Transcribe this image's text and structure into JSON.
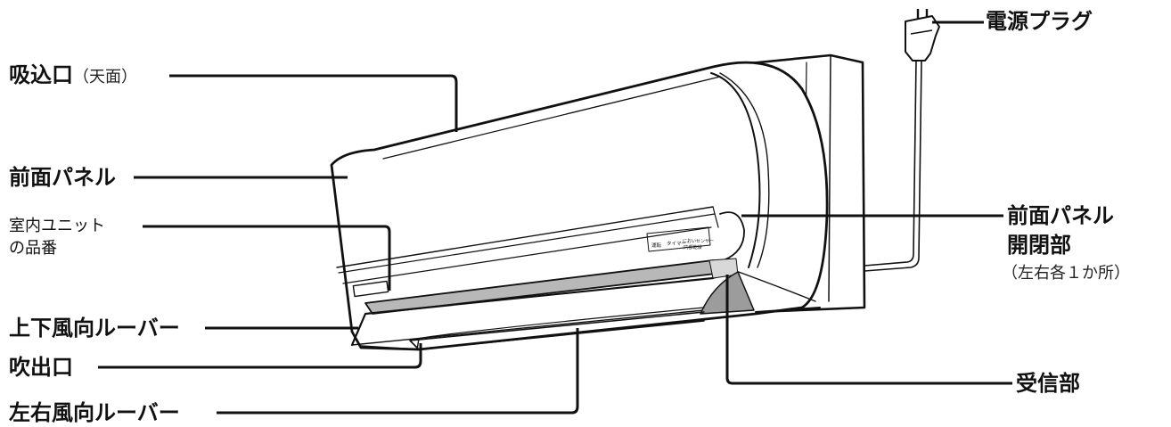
{
  "title": "",
  "labels": {
    "intake": "吸込口",
    "intake_note": "（天面）",
    "front_panel": "前面パネル",
    "model_line1": "室内ユニット",
    "model_line2": "の品番",
    "vertical_louver": "上下風向ルーバー",
    "outlet": "吹出口",
    "horizontal_louver": "左右風向ルーバー",
    "power_plug": "電源プラグ",
    "panel_hinge_line1": "前面パネル",
    "panel_hinge_line2": "開閉部",
    "panel_hinge_note": "（左右各１か所）",
    "receiver": "受信部"
  },
  "indicator_panel": {
    "label1": "運転",
    "label2": "タイマー",
    "label3a": "においセンサー",
    "label3b": "/内部乾燥"
  }
}
